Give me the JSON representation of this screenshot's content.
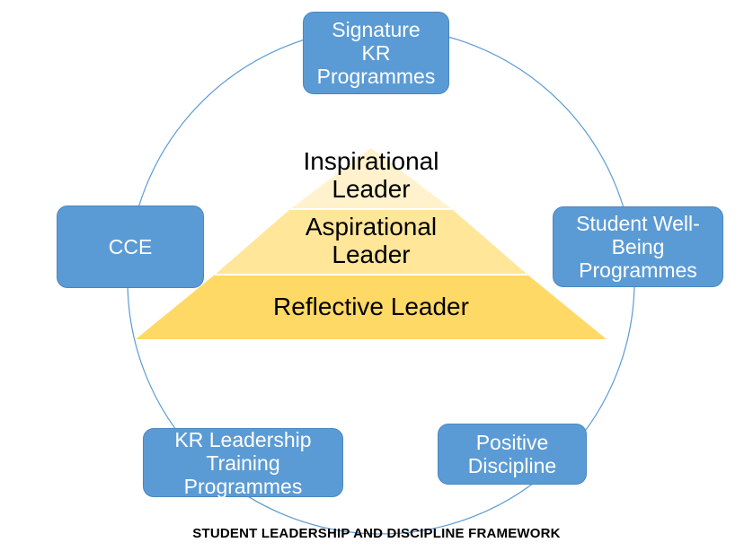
{
  "pyramid": {
    "top": "Inspirational\nLeader",
    "middle": "Aspirational\nLeader",
    "bottom": "Reflective Leader",
    "colors": {
      "top": "#fff2cc",
      "middle": "#ffe699",
      "bottom": "#ffd966"
    }
  },
  "boxes": {
    "signature": "Signature\nKR\nProgrammes",
    "wellbeing": "Student Well-\nBeing\nProgrammes",
    "discipline": "Positive\nDiscipline",
    "training": "KR Leadership\nTraining\nProgrammes",
    "cce": "CCE"
  },
  "colors": {
    "box_fill": "#5b9bd5",
    "circle_stroke": "#5b9bd5"
  },
  "caption": "STUDENT LEADERSHIP AND DISCIPLINE FRAMEWORK"
}
